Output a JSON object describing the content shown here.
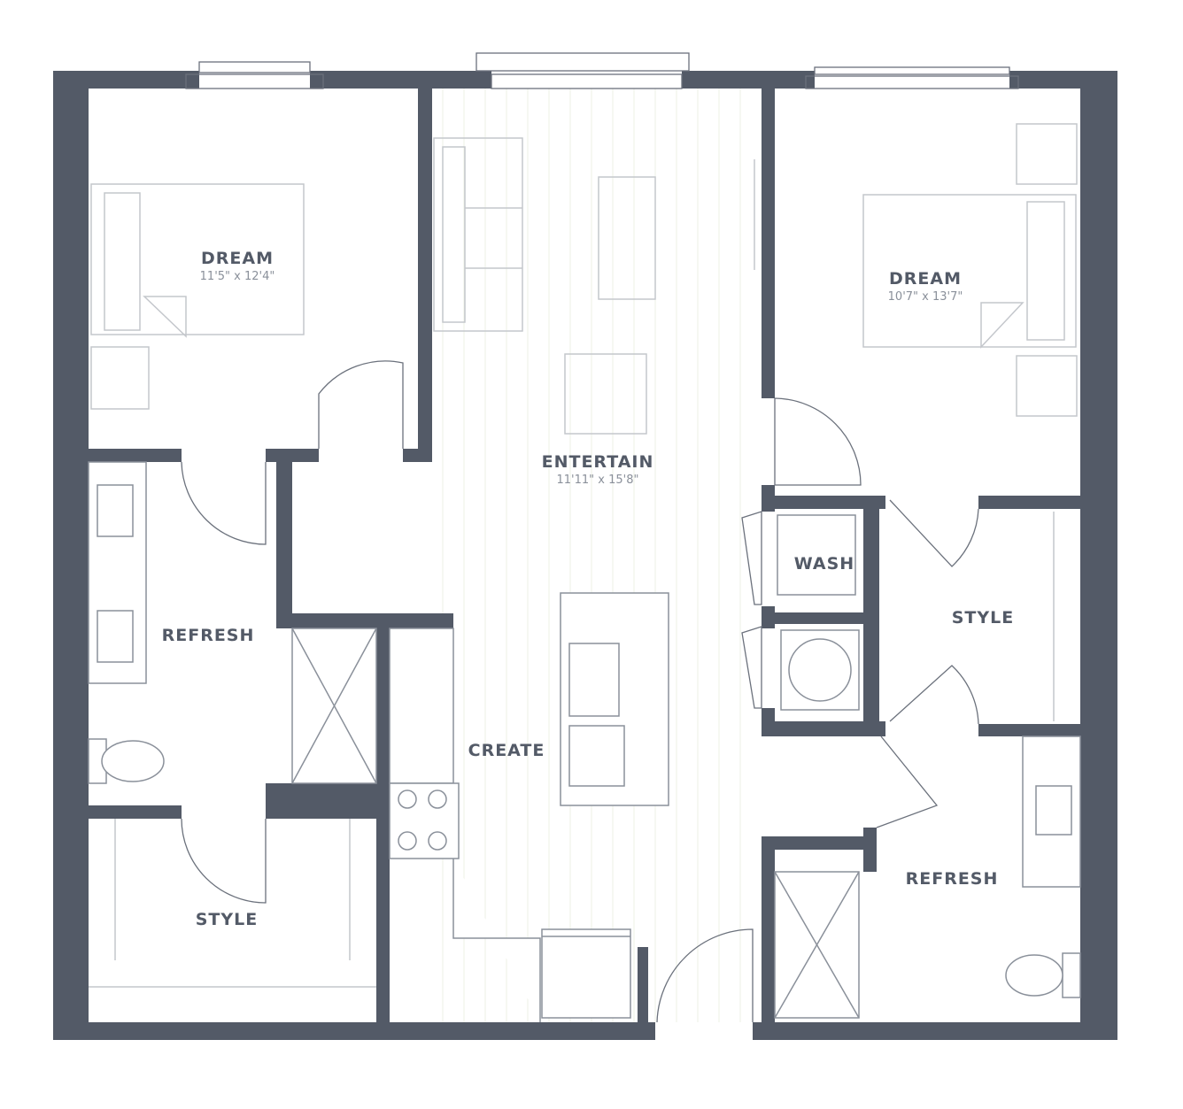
{
  "rooms": [
    {
      "name": "DREAM",
      "dims": "11'5\" x 12'4\""
    },
    {
      "name": "DREAM",
      "dims": "10'7\" x 13'7\""
    },
    {
      "name": "ENTERTAIN",
      "dims": "11'11\" x 15'8\""
    },
    {
      "name": "REFRESH"
    },
    {
      "name": "CREATE"
    },
    {
      "name": "WASH"
    },
    {
      "name": "STYLE"
    },
    {
      "name": "STYLE"
    },
    {
      "name": "REFRESH"
    }
  ],
  "colors": {
    "wall": "#535a67",
    "furniture": "#c4c7cc"
  }
}
